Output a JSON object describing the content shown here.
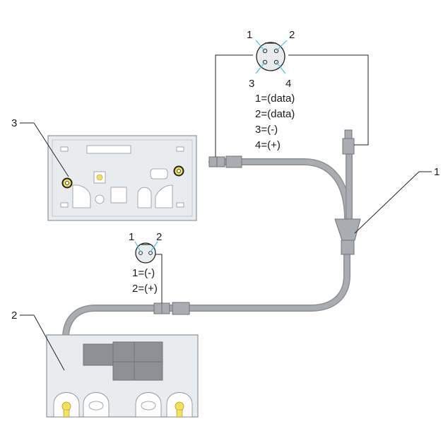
{
  "callouts": [
    "1",
    "2",
    "3"
  ],
  "connector4": {
    "pins": [
      "1",
      "2",
      "3",
      "4"
    ],
    "legend": [
      "1=(data)",
      "2=(data)",
      "3=(-)",
      "4=(+)"
    ]
  },
  "connector2": {
    "pins": [
      "1",
      "2"
    ],
    "legend": [
      "1=(-)",
      "2=(+)"
    ]
  },
  "colors": {
    "cable": "#a9adb1",
    "cable_edge": "#8d9196",
    "housing_fill": "#e9ecee",
    "housing_edge": "#8f959a",
    "accent_yellow": "#f3e25a",
    "pin_lead": "#4cc3e3",
    "wire": "#222222"
  }
}
